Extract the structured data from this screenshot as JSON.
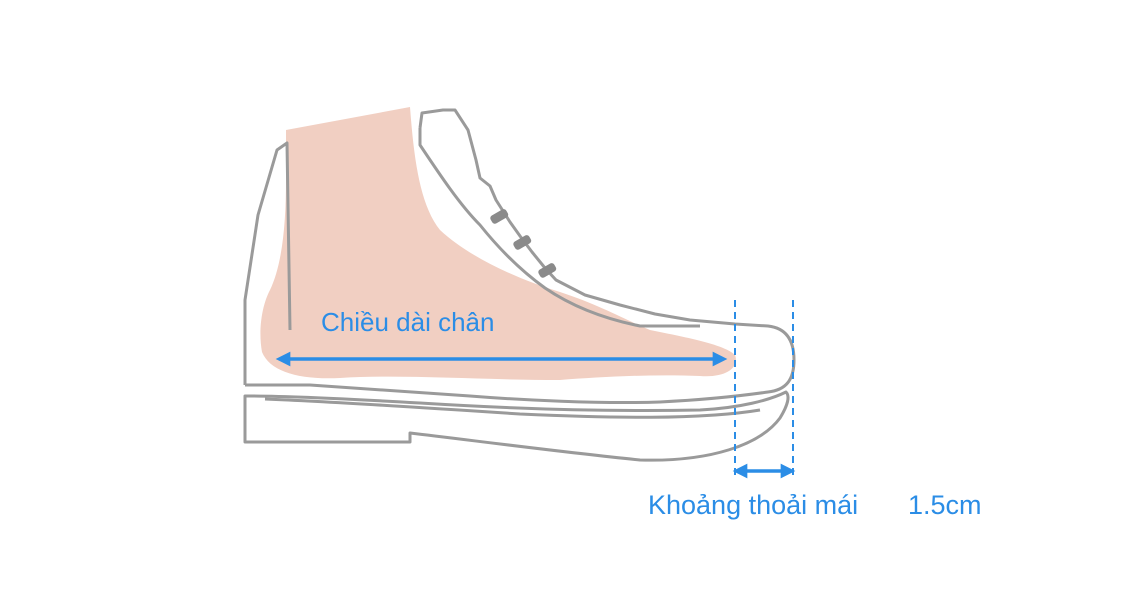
{
  "diagram": {
    "foot_length_label": "Chiều dài chân",
    "comfort_gap_label": "Khoảng thoải mái",
    "comfort_gap_value": "1.5cm",
    "colors": {
      "outline": "#9a9a9a",
      "foot": "#f1cfc2",
      "accent": "#2b8de6",
      "lace_loop": "#8a8a8a"
    }
  }
}
